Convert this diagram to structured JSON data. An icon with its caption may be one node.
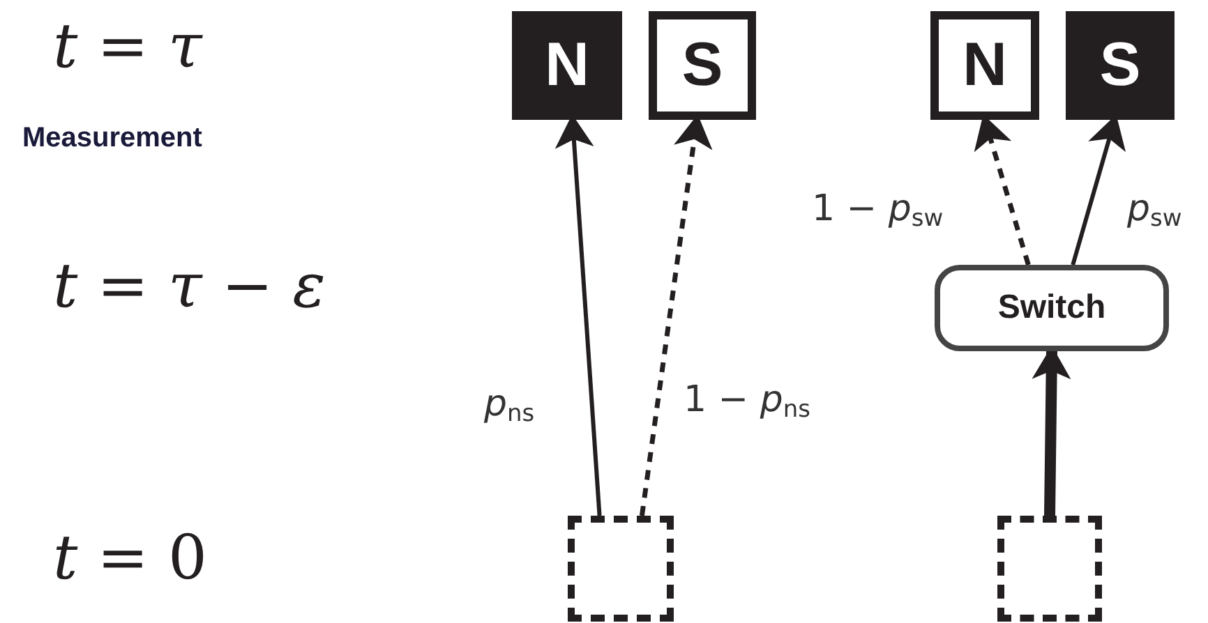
{
  "diagram": {
    "nodes": [
      {
        "text": [
          "N"
        ]
      },
      {
        "text": [
          "S"
        ]
      },
      {
        "text": [
          "N"
        ]
      },
      {
        "text": [
          "S"
        ]
      },
      {
        "text": [
          "Switch"
        ]
      },
      {
        "text": [],
        "shape": "box"
      },
      {
        "text": [],
        "shape": "box"
      }
    ],
    "edges": [
      {
        "from": 5,
        "to": 0,
        "arrow": "to",
        "label": "*p*$_{ns}$"
      },
      {
        "from": 5,
        "to": 1,
        "arrow": "to",
        "style": "dashed",
        "label": "1 − *p*$_{ns}$"
      },
      {
        "from": 4,
        "to": 2,
        "arrow": "to",
        "style": "dashed",
        "label": "1 − *p*$_{sw}$"
      },
      {
        "from": 4,
        "to": 3,
        "arrow": "to",
        "label": "*p*$_{sw}$"
      },
      {
        "from": 6,
        "to": 4,
        "arrow": "to",
        "style": "thick"
      }
    ],
    "labels": [
      "*t* = *τ*",
      "Measurement",
      "*t* = *τ* − *ε*",
      "*t* = 0"
    ]
  }
}
